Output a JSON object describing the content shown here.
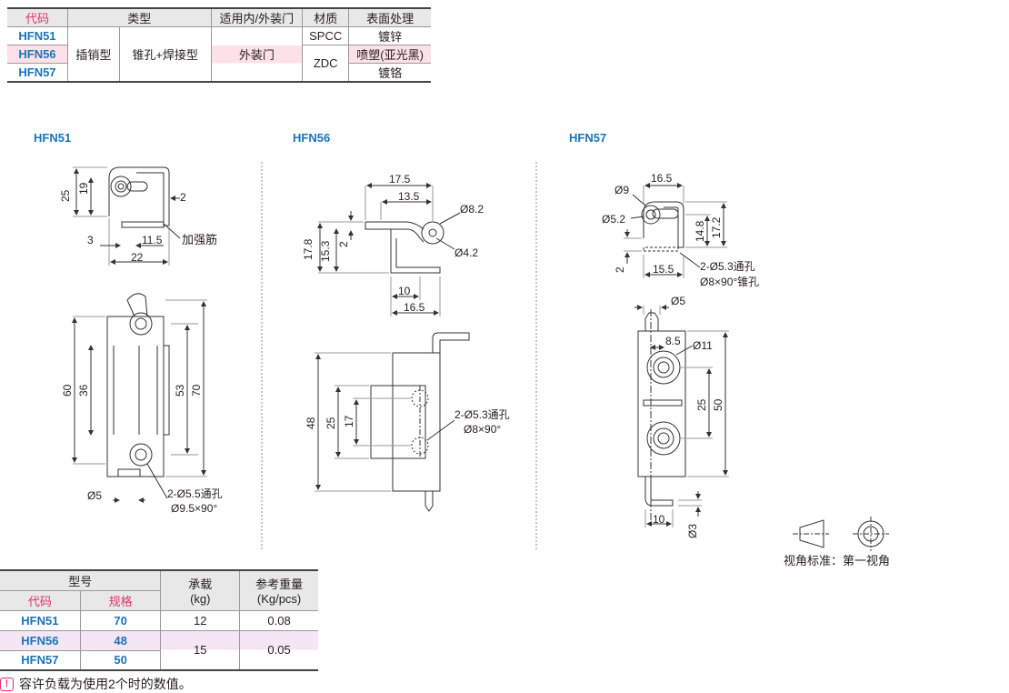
{
  "spec_table": {
    "headers": [
      "代码",
      "类型",
      "适用内/外装门",
      "材质",
      "表面处理"
    ],
    "codes": [
      "HFN51",
      "HFN56",
      "HFN57"
    ],
    "type1": "插销型",
    "type2": "锥孔+焊接型",
    "door": "外装门",
    "material_spcc": "SPCC",
    "material_zdc": "ZDC",
    "finish": [
      "镀锌",
      "喷塑(亚光黑)",
      "镀铬"
    ]
  },
  "drawings": {
    "hfn51": {
      "title": "HFN51",
      "dims": [
        "25",
        "19",
        "2",
        "3",
        "11.5",
        "22",
        "加强筋",
        "60",
        "36",
        "53",
        "70",
        "Ø5",
        "2-Ø5.5通孔",
        "Ø9.5×90°"
      ]
    },
    "hfn56": {
      "title": "HFN56",
      "dims": [
        "17.5",
        "13.5",
        "Ø8.2",
        "17.8",
        "15.3",
        "2",
        "Ø4.2",
        "10",
        "16.5",
        "48",
        "25",
        "17",
        "2-Ø5.3通孔",
        "Ø8×90°"
      ]
    },
    "hfn57": {
      "title": "HFN57",
      "dims": [
        "Ø9",
        "16.5",
        "Ø5.2",
        "14.8",
        "17.2",
        "2",
        "15.5",
        "2-Ø5.3通孔",
        "Ø8×90°锥孔",
        "Ø5",
        "8.5",
        "Ø11",
        "25",
        "50",
        "10",
        "Ø3"
      ]
    }
  },
  "view_label": "视角标准：第一视角",
  "load_table": {
    "header_model": "型号",
    "header_load": "承载",
    "header_load_unit": "(kg)",
    "header_weight": "参考重量",
    "header_weight_unit": "(Kg/pcs)",
    "header_code": "代码",
    "header_spec": "规格",
    "rows": [
      {
        "code": "HFN51",
        "spec": "70",
        "load": "12",
        "weight": "0.08"
      },
      {
        "code": "HFN56",
        "spec": "48",
        "load": "15",
        "weight": "0.05"
      },
      {
        "code": "HFN57",
        "spec": "50"
      }
    ]
  },
  "note": "容许负载为使用2个时的数值。",
  "colors": {
    "code_blue": "#1a74b8",
    "header_red": "#e1306c",
    "highlight_pink": "#fde0e8"
  }
}
